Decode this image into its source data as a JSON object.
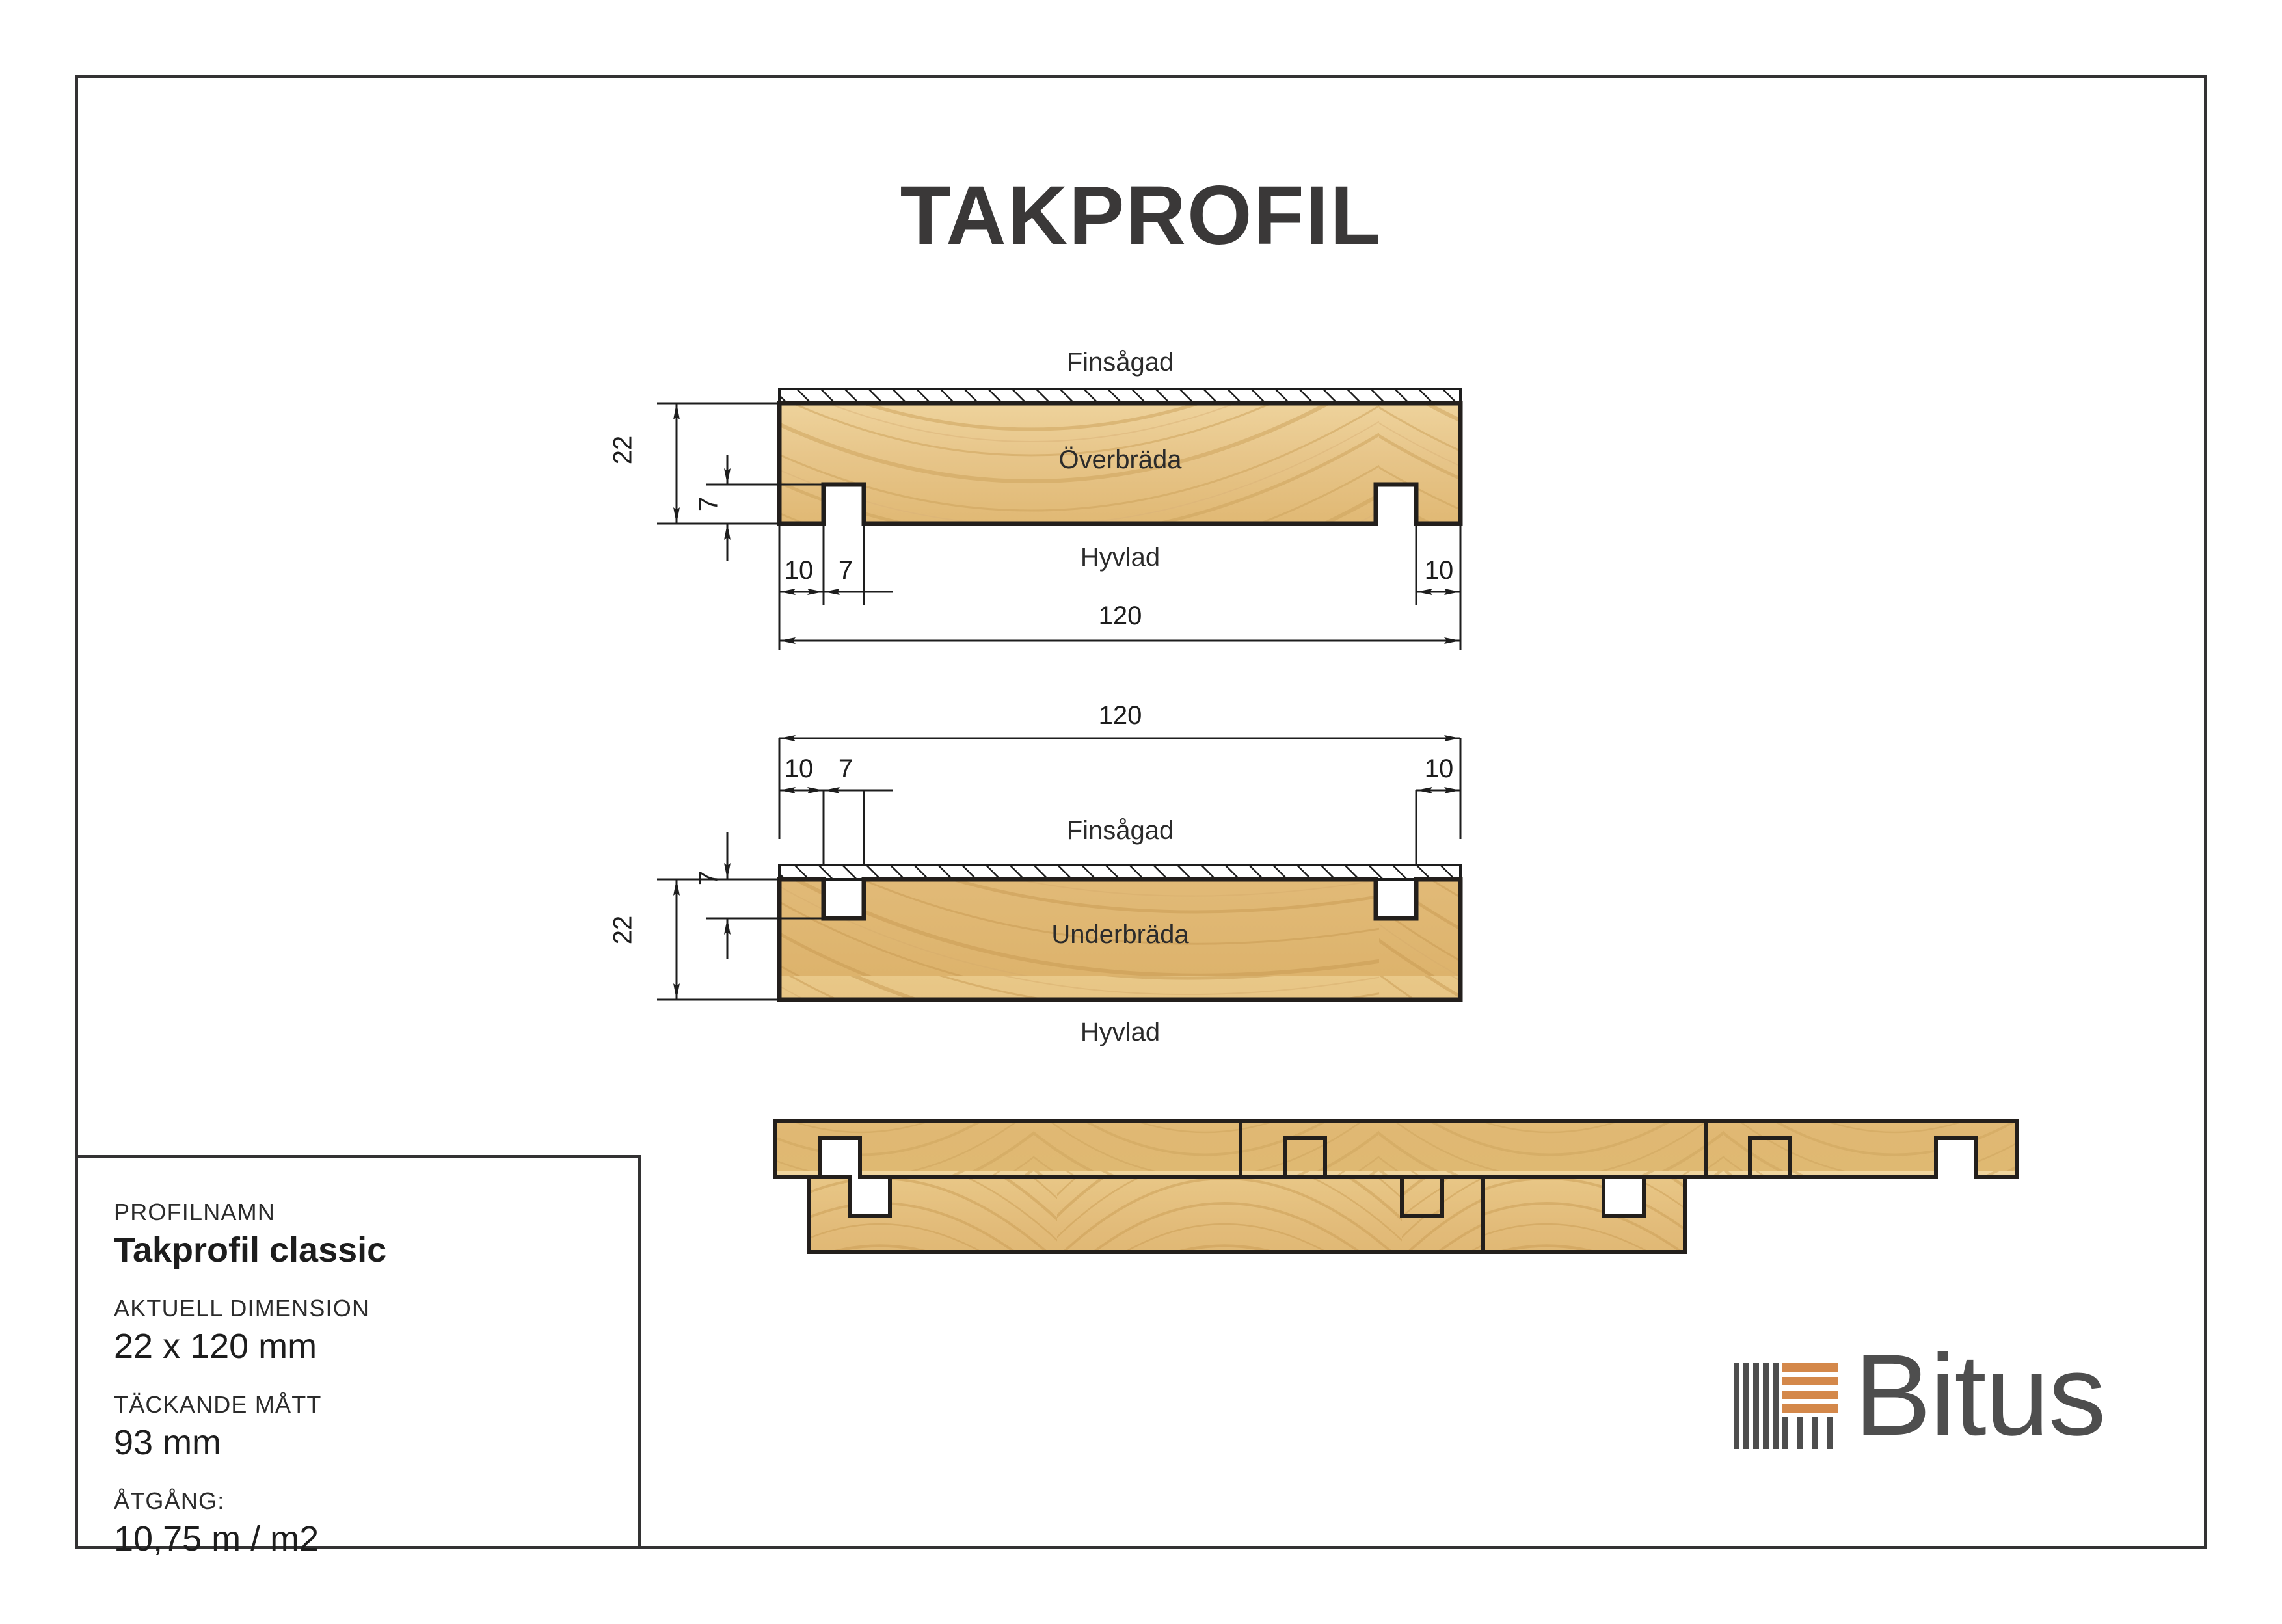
{
  "document": {
    "title": "TAKPROFIL"
  },
  "upper_board": {
    "name": "Överbräda",
    "top_surface_label": "Finsågad",
    "bottom_surface_label": "Hyvlad",
    "thickness": "22",
    "notch_depth": "7",
    "edge_offset_left": "10",
    "notch_width": "7",
    "edge_offset_right": "10",
    "total_width": "120"
  },
  "lower_board": {
    "name": "Underbräda",
    "top_surface_label": "Finsågad",
    "bottom_surface_label": "Hyvlad",
    "thickness": "22",
    "notch_depth": "7",
    "edge_offset_left": "10",
    "notch_width": "7",
    "edge_offset_right": "10",
    "total_width": "120"
  },
  "info_panel": {
    "rows": [
      {
        "caption": "PROFILNAMN",
        "value": "Takprofil classic",
        "bold": true
      },
      {
        "caption": "AKTUELL DIMENSION",
        "value": "22 x 120 mm",
        "bold": false
      },
      {
        "caption": "TÄCKANDE MÅTT",
        "value": "93 mm",
        "bold": false
      },
      {
        "caption": "ÅTGÅNG:",
        "value": "10,75 m / m2",
        "bold": false
      }
    ]
  },
  "brand": {
    "name": "Bitus",
    "mark_color_bars": "#4e4e4e",
    "mark_color_accent": "#d4884a"
  },
  "palette": {
    "wood_light": "#efd49b",
    "wood_base": "#e3bd79",
    "wood_grain": "#c59a54",
    "outline": "#231f1c",
    "ink": "#1d1d1d",
    "frame": "#333233",
    "title": "#3a3838"
  }
}
